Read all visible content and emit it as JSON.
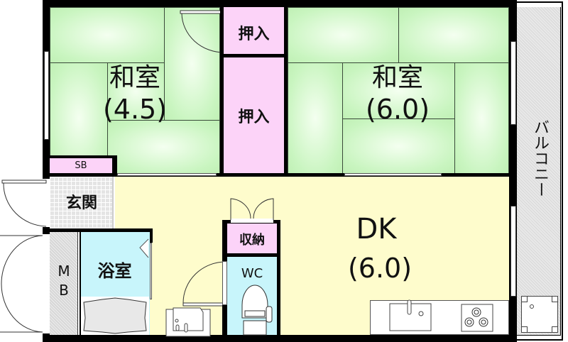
{
  "floor_plan": {
    "rooms": {
      "washitsu_left": {
        "name": "和室",
        "size": "(4.5)"
      },
      "washitsu_right": {
        "name": "和室",
        "size": "(6.0)"
      },
      "closet_top": {
        "name": "押入"
      },
      "closet_mid": {
        "name": "押入"
      },
      "shoe_box": {
        "name": "SB"
      },
      "entrance": {
        "name": "玄関"
      },
      "dk": {
        "name": "DK",
        "size": "(6.0)"
      },
      "meter_box": {
        "name_line1": "M",
        "name_line2": "B"
      },
      "bathroom": {
        "name": "浴室"
      },
      "storage": {
        "name": "収納"
      },
      "toilet": {
        "name": "WC"
      },
      "balcony": {
        "name": "バルコニー"
      }
    },
    "colors": {
      "tatami": "#c9f5c0",
      "closet": "#fcd3f8",
      "dk_floor": "#fefccc",
      "wet_area": "#c8f5fb",
      "tile": "#e4e4e4",
      "balcony": "#e0e0e0",
      "wall": "#000000"
    }
  }
}
